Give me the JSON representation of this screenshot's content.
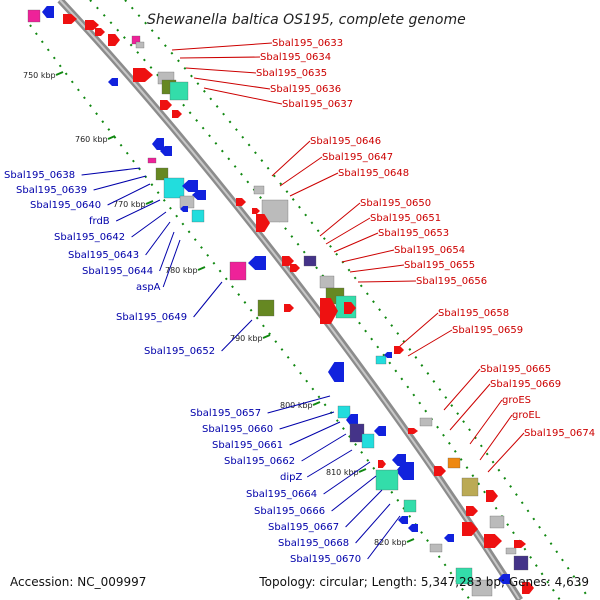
{
  "title": "Shewanella baltica OS195, complete genome",
  "footer": {
    "accession": "Accession: NC_009997",
    "summary": "Topology: circular; Length: 5,347,283 bp; Genes: 4,639"
  },
  "colors": {
    "backbone": "#8c8c8c",
    "forward_label": "#cc0000",
    "reverse_label": "#0000aa",
    "tick_marks": "#118811"
  },
  "scale": {
    "ticks": [
      "750 kbp",
      "760 kbp",
      "770 kbp",
      "780 kbp",
      "790 kbp",
      "800 kbp",
      "810 kbp",
      "820 kbp"
    ]
  },
  "forward_genes": [
    "Sbal195_0633",
    "Sbal195_0634",
    "Sbal195_0635",
    "Sbal195_0636",
    "Sbal195_0637",
    "Sbal195_0646",
    "Sbal195_0647",
    "Sbal195_0648",
    "Sbal195_0650",
    "Sbal195_0651",
    "Sbal195_0653",
    "Sbal195_0654",
    "Sbal195_0655",
    "Sbal195_0656",
    "Sbal195_0658",
    "Sbal195_0659",
    "Sbal195_0665",
    "Sbal195_0669",
    "groES",
    "groEL",
    "Sbal195_0674"
  ],
  "reverse_genes": [
    "Sbal195_0638",
    "Sbal195_0639",
    "Sbal195_0640",
    "frdB",
    "Sbal195_0642",
    "Sbal195_0643",
    "Sbal195_0644",
    "aspA",
    "Sbal195_0649",
    "Sbal195_0652",
    "Sbal195_0657",
    "Sbal195_0660",
    "Sbal195_0661",
    "Sbal195_0662",
    "dipZ",
    "Sbal195_0664",
    "Sbal195_0666",
    "Sbal195_0667",
    "Sbal195_0668",
    "Sbal195_0670"
  ]
}
